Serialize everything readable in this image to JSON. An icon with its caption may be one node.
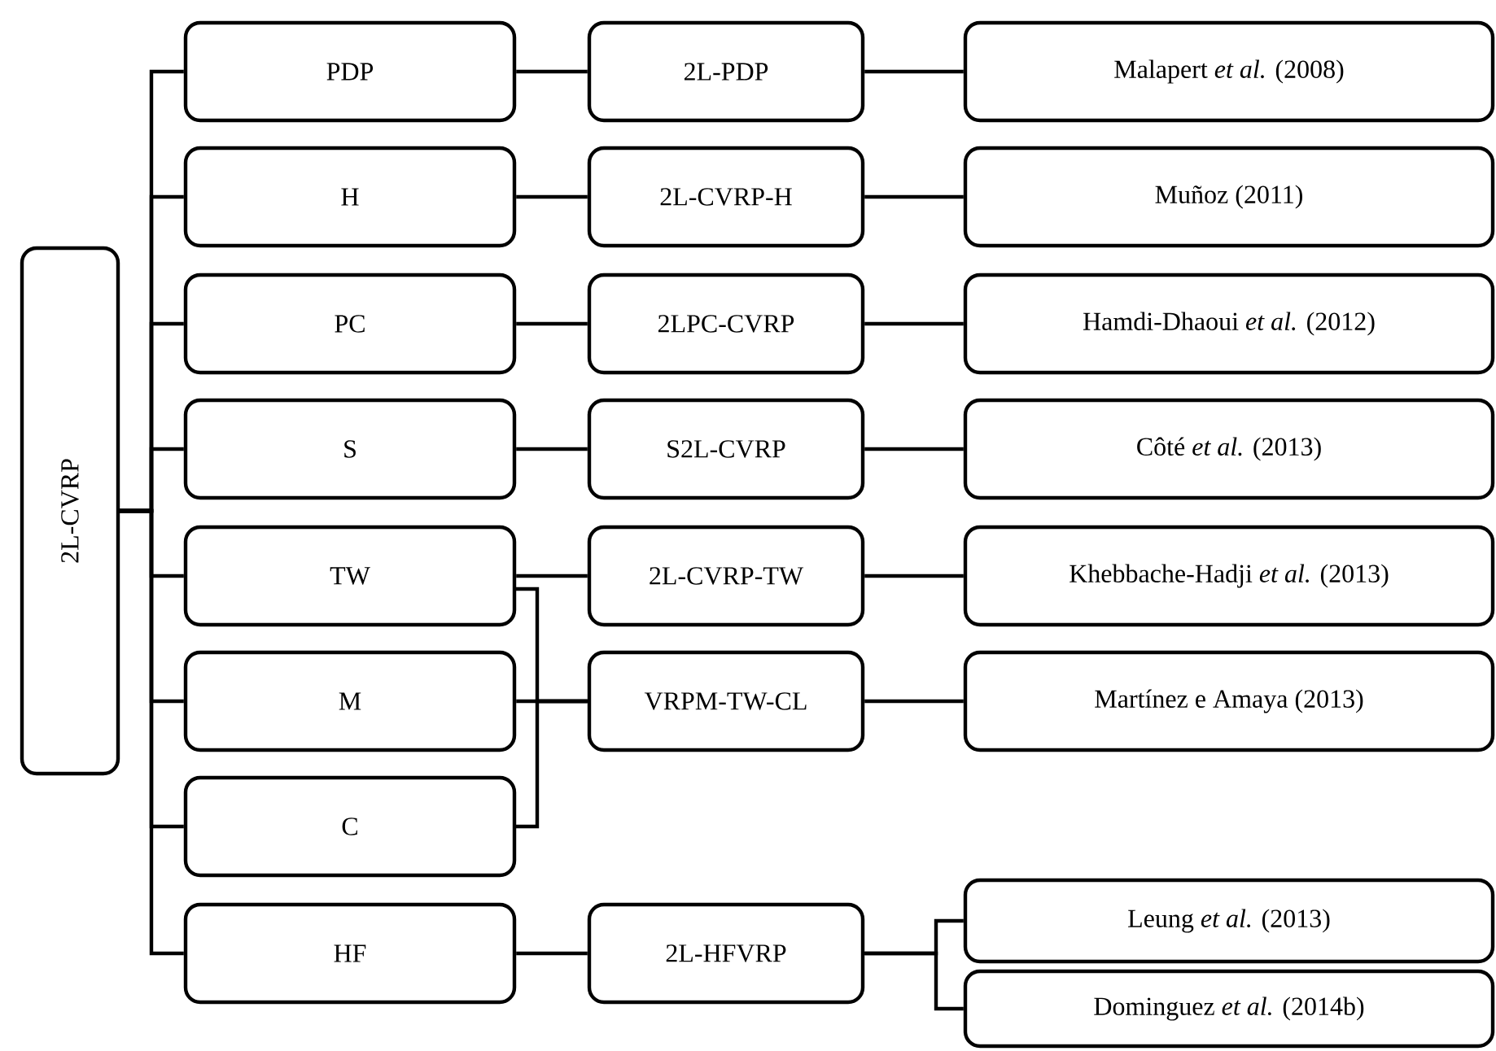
{
  "diagram": {
    "nodes": [
      {
        "text": [
          "2L-CVRP"
        ]
      },
      {
        "text": [
          "PDP"
        ]
      },
      {
        "text": [
          "2L-PDP"
        ]
      },
      {
        "text": [
          "Malapert *et al.* (2008)"
        ]
      },
      {
        "text": [
          "H"
        ]
      },
      {
        "text": [
          "2L-CVRP-H"
        ]
      },
      {
        "text": [
          "Muñoz (2011)"
        ]
      },
      {
        "text": [
          "PC"
        ]
      },
      {
        "text": [
          "2LPC-CVRP"
        ]
      },
      {
        "text": [
          "Hamdi-Dhaoui *et al.* (2012)"
        ]
      },
      {
        "text": [
          "S"
        ]
      },
      {
        "text": [
          "S2L-CVRP"
        ]
      },
      {
        "text": [
          "Côté  *et al.* (2013)"
        ]
      },
      {
        "text": [
          "TW"
        ]
      },
      {
        "text": [
          "2L-CVRP-TW"
        ]
      },
      {
        "text": [
          "Khebbache-Hadji *et al.* (2013)"
        ]
      },
      {
        "text": [
          "M"
        ]
      },
      {
        "text": [
          "VRPM-TW-CL"
        ]
      },
      {
        "text": [
          "Martínez e Amaya (2013)"
        ]
      },
      {
        "text": [
          "C"
        ]
      },
      {
        "text": [
          "HF"
        ]
      },
      {
        "text": [
          "2L-HFVRP"
        ]
      },
      {
        "text": [
          "Leung *et al.* (2013)"
        ]
      },
      {
        "text": [
          "Dominguez *et al.* (2014b)"
        ]
      }
    ],
    "edges": [
      {
        "from": 0,
        "to": 1,
        "arrow": "none"
      },
      {
        "from": 0,
        "to": 4,
        "arrow": "none"
      },
      {
        "from": 0,
        "to": 7,
        "arrow": "none"
      },
      {
        "from": 0,
        "to": 10,
        "arrow": "none"
      },
      {
        "from": 0,
        "to": 13,
        "arrow": "none"
      },
      {
        "from": 0,
        "to": 16,
        "arrow": "none"
      },
      {
        "from": 0,
        "to": 19,
        "arrow": "none"
      },
      {
        "from": 0,
        "to": 20,
        "arrow": "none"
      },
      {
        "from": 1,
        "to": 2,
        "arrow": "none"
      },
      {
        "from": 2,
        "to": 3,
        "arrow": "none"
      },
      {
        "from": 4,
        "to": 5,
        "arrow": "none"
      },
      {
        "from": 5,
        "to": 6,
        "arrow": "none"
      },
      {
        "from": 7,
        "to": 8,
        "arrow": "none"
      },
      {
        "from": 8,
        "to": 9,
        "arrow": "none"
      },
      {
        "from": 10,
        "to": 11,
        "arrow": "none"
      },
      {
        "from": 11,
        "to": 12,
        "arrow": "none"
      },
      {
        "from": 13,
        "to": 14,
        "arrow": "none"
      },
      {
        "from": 14,
        "to": 15,
        "arrow": "none"
      },
      {
        "from": 16,
        "to": 17,
        "arrow": "none"
      },
      {
        "from": 17,
        "to": 18,
        "arrow": "none"
      },
      {
        "from": 13,
        "to": 17,
        "arrow": "none"
      },
      {
        "from": 19,
        "to": 17,
        "arrow": "none"
      },
      {
        "from": 20,
        "to": 21,
        "arrow": "none"
      },
      {
        "from": 21,
        "to": 22,
        "arrow": "none"
      },
      {
        "from": 21,
        "to": 23,
        "arrow": "none"
      }
    ]
  }
}
